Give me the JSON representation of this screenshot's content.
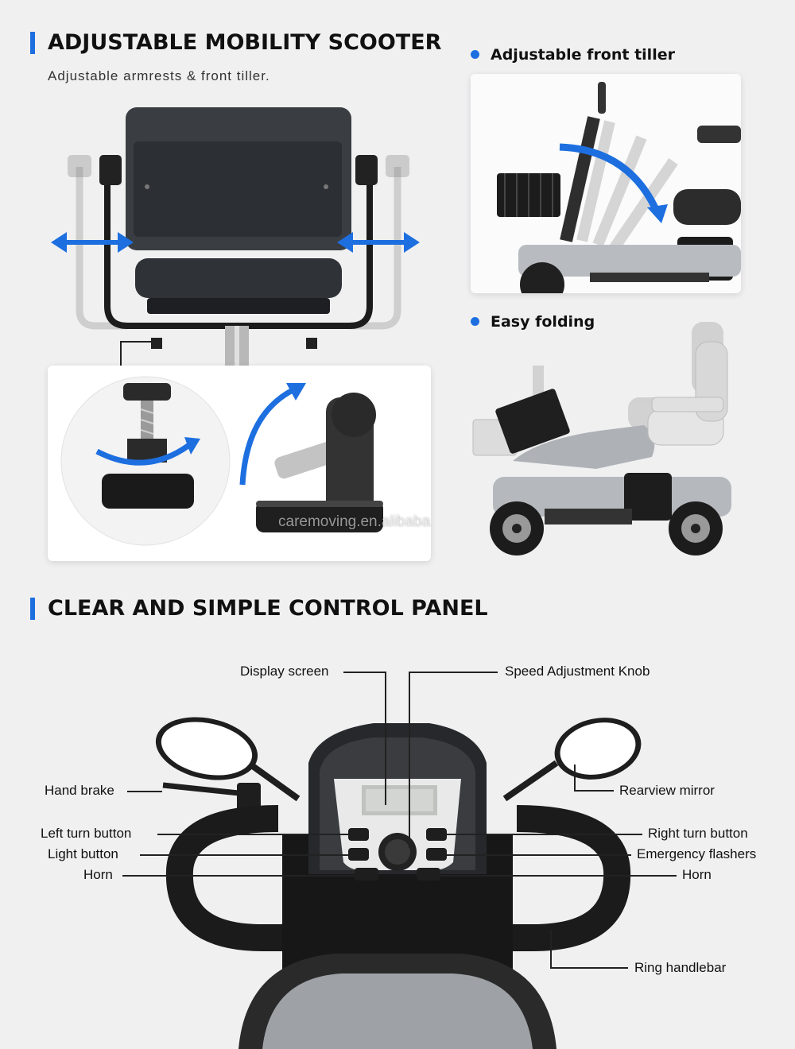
{
  "section1": {
    "title": "ADJUSTABLE MOBILITY SCOOTER",
    "subtitle": "Adjustable armrests & front tiller."
  },
  "feature_tiller": {
    "label": "Adjustable front tiller"
  },
  "feature_folding": {
    "label": "Easy folding"
  },
  "watermark": "caremoving.en.alibaba.com",
  "section2": {
    "title": "CLEAR AND SIMPLE CONTROL PANEL"
  },
  "panel_labels": {
    "display_screen": "Display screen",
    "speed_knob": "Speed Adjustment Knob",
    "hand_brake": "Hand brake",
    "rearview_mirror": "Rearview mirror",
    "left_turn": "Left turn button",
    "right_turn": "Right turn button",
    "light": "Light button",
    "emergency": "Emergency flashers",
    "horn_left": "Horn",
    "horn_right": "Horn",
    "ring_handlebar": "Ring handlebar"
  },
  "colors": {
    "accent": "#1d6fe0",
    "text": "#111111",
    "background": "#f0f0f1"
  },
  "icons": [
    "bullet-dot",
    "double-arrow",
    "rotate-arrow",
    "curve-arrow"
  ]
}
